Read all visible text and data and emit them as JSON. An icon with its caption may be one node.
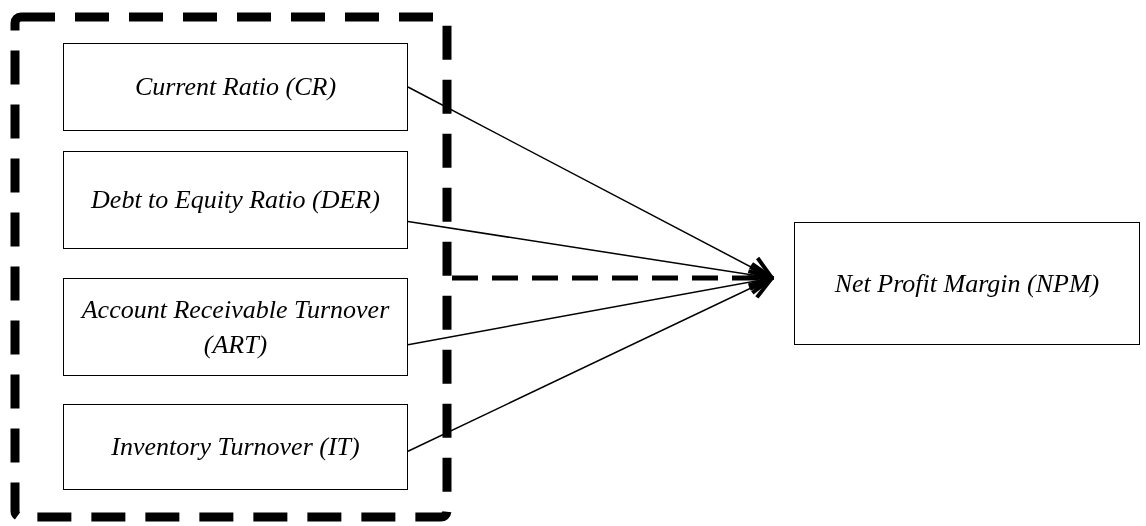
{
  "diagram": {
    "nodes": [
      {
        "text": [],
        "shape": "box"
      },
      {
        "text": [
          "Current Ratio (CR)"
        ],
        "in": 0
      },
      {
        "text": [
          "Debt to Equity Ratio (DER)"
        ],
        "in": 0
      },
      {
        "text": [
          "Account Receivable Turnover (ART)"
        ],
        "in": 0
      },
      {
        "text": [
          "Inventory Turnover (IT)"
        ],
        "in": 0
      },
      {
        "text": [
          "Net Profit Margin (NPM)"
        ]
      }
    ],
    "edges": [
      {
        "from": 1,
        "to": 5,
        "arrow": "to"
      },
      {
        "from": 2,
        "to": 5,
        "arrow": "to"
      },
      {
        "from": 3,
        "to": 5,
        "arrow": "to"
      },
      {
        "from": 4,
        "to": 5,
        "arrow": "to"
      },
      {
        "from": 0,
        "to": 5,
        "arrow": "to",
        "style": "dashed"
      }
    ]
  }
}
